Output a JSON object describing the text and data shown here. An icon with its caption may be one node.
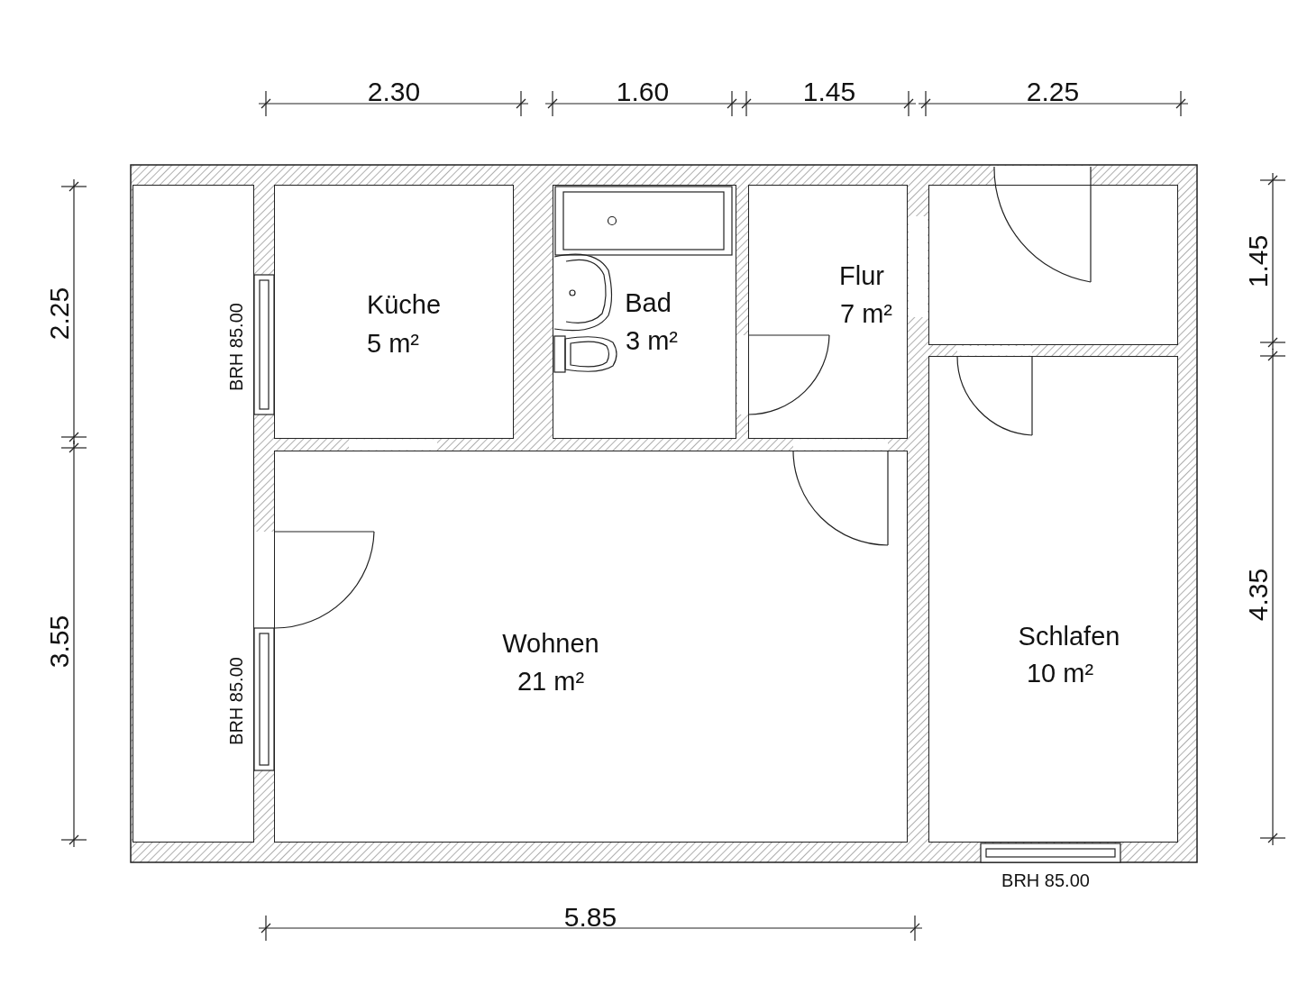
{
  "diagram": {
    "nodes": [
      {
        "text": [],
        "shape": "box"
      },
      {
        "text": [
          "Küche",
          "5 m²"
        ]
      },
      {
        "text": [
          "Bad",
          "3 m²"
        ]
      },
      {
        "text": [
          "Flur",
          "7 m²"
        ]
      },
      {
        "text": [],
        "shape": "box"
      },
      {
        "text": [
          "Wohnen",
          "21 m²"
        ]
      },
      {
        "text": [
          "Schlafen",
          "10 m²"
        ]
      }
    ],
    "labels": [
      "2.30",
      "1.60",
      "1.45",
      "2.25",
      "2.25",
      "BRH 85.00",
      "1.45",
      "3.55",
      "BRH 85.00",
      "4.35",
      "BRH 85.00",
      "5.85"
    ]
  }
}
